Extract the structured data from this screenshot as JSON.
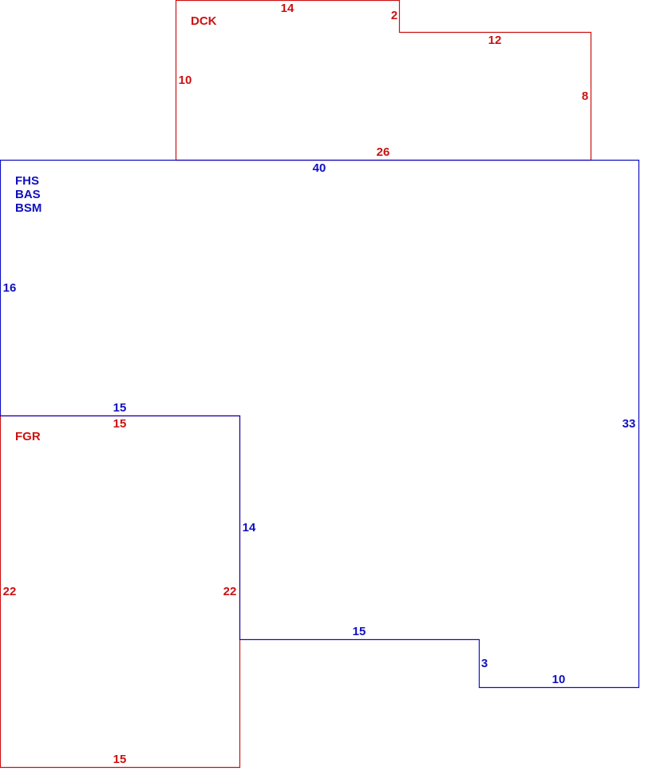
{
  "colors": {
    "main_structure": "#1010c0",
    "attached": "#cc1111"
  },
  "areas": {
    "deck": {
      "code": "DCK"
    },
    "house": {
      "codes": [
        "FHS",
        "BAS",
        "BSM"
      ]
    },
    "garage": {
      "code": "FGR"
    }
  },
  "dimensions": {
    "deck": {
      "top_left": "14",
      "step": "2",
      "top_right": "12",
      "right": "8",
      "bottom": "26",
      "left": "10"
    },
    "house": {
      "top": "40",
      "left": "16",
      "garage_top": "15",
      "garage_side": "14",
      "bottom_middle": "15",
      "step": "3",
      "bottom_right": "10",
      "right": "33"
    },
    "garage": {
      "top": "15",
      "left": "22",
      "right": "22",
      "bottom": "15"
    }
  }
}
